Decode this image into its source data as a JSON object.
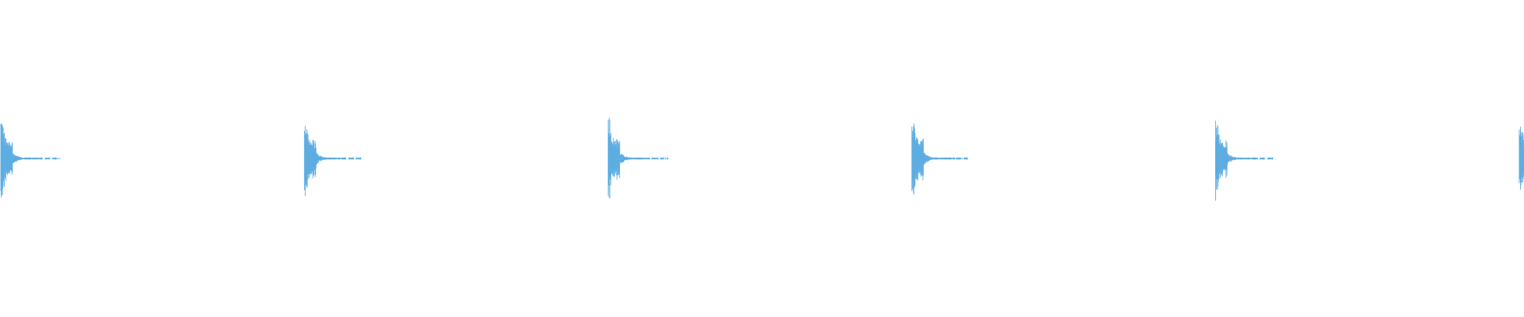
{
  "waveform": {
    "color": "#5dade2",
    "background": "#ffffff",
    "hits": [
      {
        "amplitude": 0.96
      },
      {
        "amplitude": 0.96
      },
      {
        "amplitude": 1.0
      },
      {
        "amplitude": 1.0
      },
      {
        "amplitude": 0.98
      },
      {
        "amplitude": 0.97
      }
    ]
  }
}
